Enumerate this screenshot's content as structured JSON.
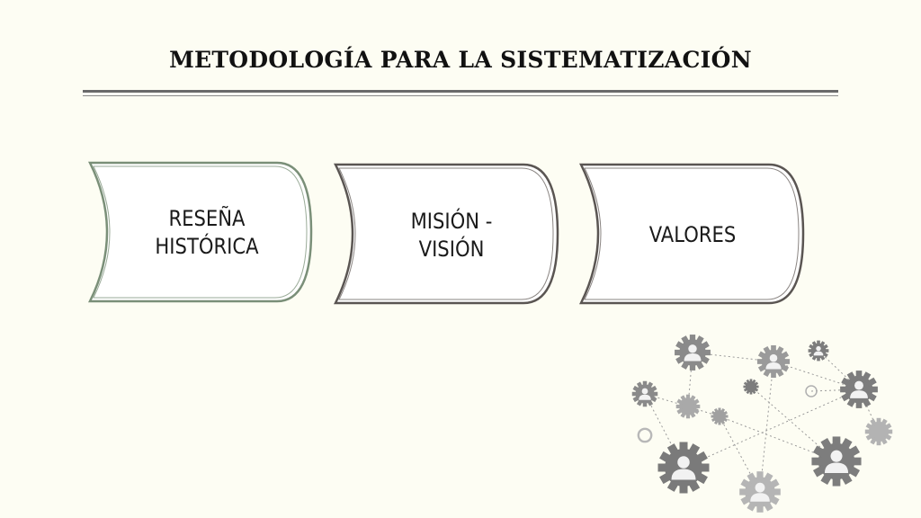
{
  "title": "METODOLOGÍA PARA LA SISTEMATIZACIÓN",
  "steps": [
    {
      "label_line1": "RESEÑA",
      "label_line2": "HISTÓRICA",
      "border_color": "#7a8f78"
    },
    {
      "label_line1": "MISIÓN -",
      "label_line2": "VISIÓN",
      "border_color": "#5a5552"
    },
    {
      "label_line1": "VALORES",
      "label_line2": "",
      "border_color": "#5a5552"
    }
  ],
  "decoration": {
    "name": "gear-network-illustration",
    "gear_colors": [
      "#7d7d7d",
      "#a9a9a9",
      "#c4c4c4"
    ]
  }
}
